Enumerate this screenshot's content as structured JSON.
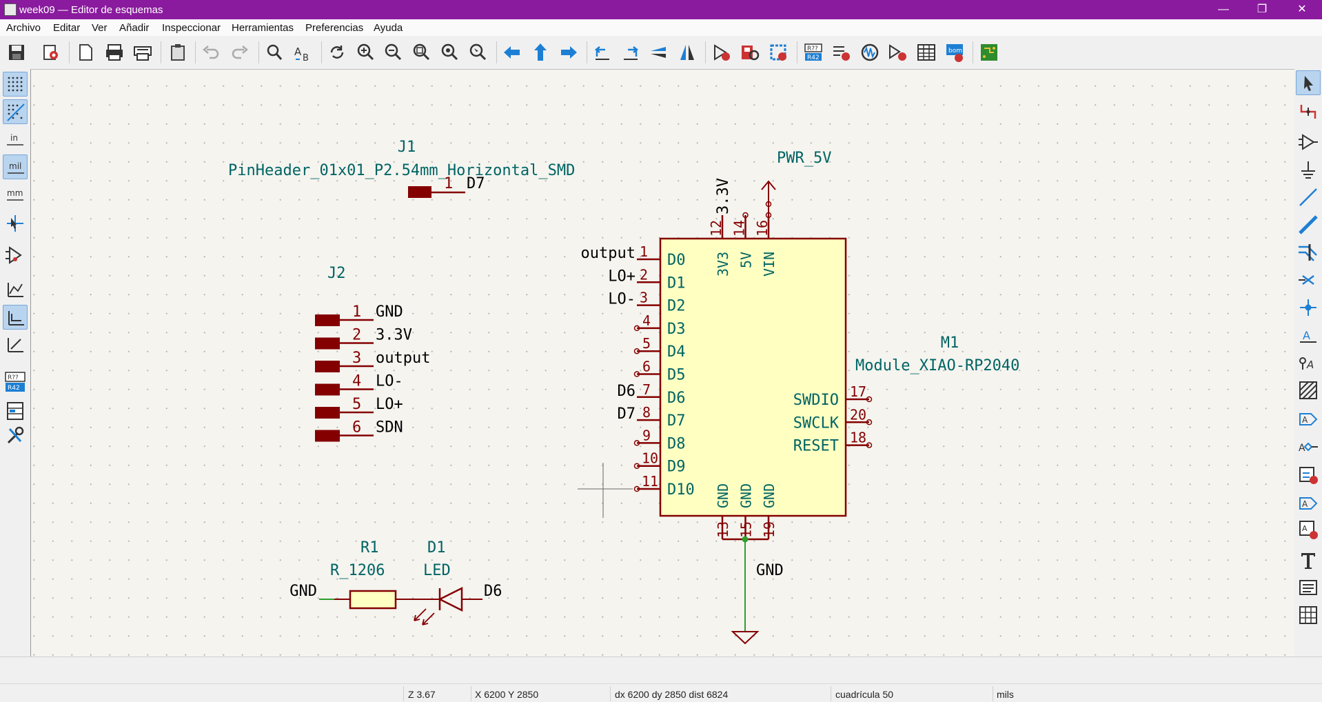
{
  "window": {
    "title": "week09 — Editor de esquemas",
    "controls": {
      "minimize": "—",
      "maximize": "❐",
      "close": "✕"
    }
  },
  "menu": [
    "Archivo",
    "Editar",
    "Ver",
    "Añadir",
    "Inspeccionar",
    "Herramientas",
    "Preferencias",
    "Ayuda"
  ],
  "left_toolbar": {
    "unit_in": "in",
    "unit_mil": "mil",
    "unit_mm": "mm"
  },
  "schematic": {
    "j1": {
      "ref": "J1",
      "value": "PinHeader_01x01_P2.54mm_Horizontal_SMD",
      "pin": "1",
      "net": "D7"
    },
    "j2": {
      "ref": "J2",
      "pins": [
        {
          "num": "1",
          "name": "GND"
        },
        {
          "num": "2",
          "name": "3.3V"
        },
        {
          "num": "3",
          "name": "output"
        },
        {
          "num": "4",
          "name": "LO-"
        },
        {
          "num": "5",
          "name": "LO+"
        },
        {
          "num": "6",
          "name": "SDN"
        }
      ]
    },
    "m1": {
      "ref": "M1",
      "value": "Module_XIAO-RP2040",
      "left_pins": [
        {
          "num": "1",
          "name": "D0",
          "net": "output"
        },
        {
          "num": "2",
          "name": "D1",
          "net": "LO+"
        },
        {
          "num": "3",
          "name": "D2",
          "net": "LO-"
        },
        {
          "num": "4",
          "name": "D3",
          "net": ""
        },
        {
          "num": "5",
          "name": "D4",
          "net": ""
        },
        {
          "num": "6",
          "name": "D5",
          "net": ""
        },
        {
          "num": "7",
          "name": "D6",
          "net": "D6"
        },
        {
          "num": "8",
          "name": "D7",
          "net": "D7"
        },
        {
          "num": "9",
          "name": "D8",
          "net": ""
        },
        {
          "num": "10",
          "name": "D9",
          "net": ""
        },
        {
          "num": "11",
          "name": "D10",
          "net": ""
        }
      ],
      "right_pins": [
        {
          "num": "17",
          "name": "SWDIO"
        },
        {
          "num": "20",
          "name": "SWCLK"
        },
        {
          "num": "18",
          "name": "RESET"
        }
      ],
      "top_pins": [
        {
          "num": "12",
          "name": "3V3"
        },
        {
          "num": "14",
          "name": "5V"
        },
        {
          "num": "16",
          "name": "VIN"
        }
      ],
      "bottom_pins": [
        {
          "num": "13",
          "name": "GND"
        },
        {
          "num": "15",
          "name": "GND"
        },
        {
          "num": "19",
          "name": "GND"
        }
      ],
      "top_net": "3.3V"
    },
    "pwr5v": "PWR_5V",
    "gnd_symbol": "GND",
    "r1": {
      "ref": "R1",
      "value": "R_1206"
    },
    "d1": {
      "ref": "D1",
      "value": "LED"
    },
    "r1_left_net": "GND",
    "d1_right_net": "D6"
  },
  "status": {
    "zoom": "Z 3.67",
    "coords": "X 6200  Y 2850",
    "delta": "dx 6200  dy 2850  dist 6824",
    "grid": "cuadrícula 50",
    "units": "mils"
  },
  "colors": {
    "titlebar": "#8a1b9e",
    "canvas_bg": "#f5f4ef",
    "pin": "#840000",
    "label": "#006464",
    "wire": "#2ca02c",
    "component_fill": "#ffffc2"
  }
}
